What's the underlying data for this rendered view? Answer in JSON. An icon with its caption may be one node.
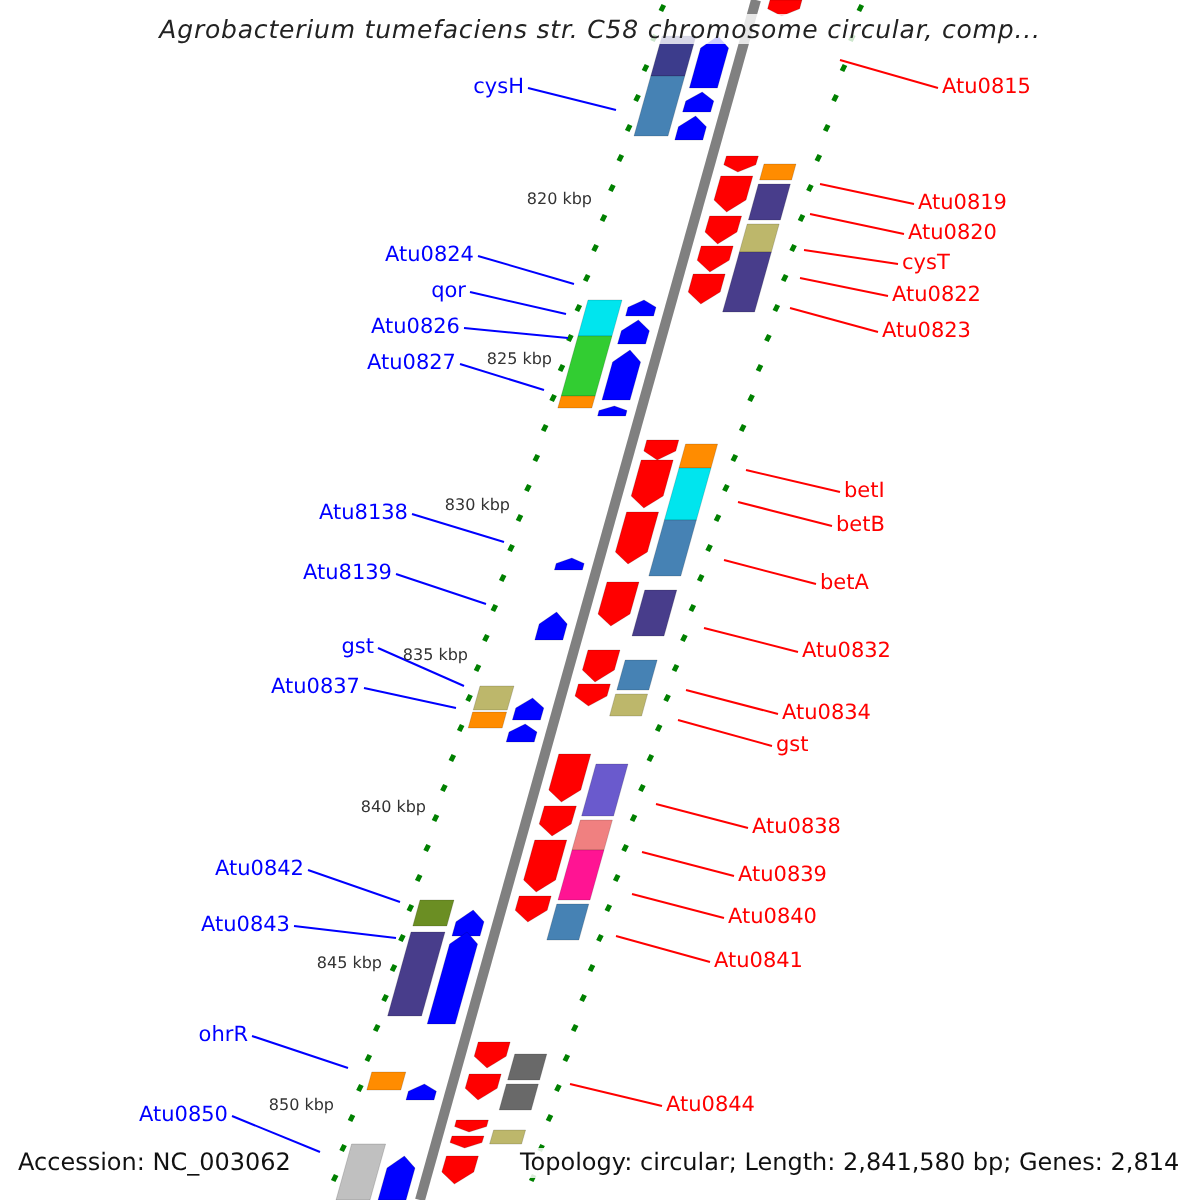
{
  "diagram": {
    "title": "Agrobacterium tumefaciens str. C58 chromosome circular, comp...",
    "nodes": [
      {
        "text": [
          "cysH"
        ]
      },
      {
        "text": [
          "Atu0824"
        ]
      },
      {
        "text": [
          "qor"
        ]
      },
      {
        "text": [
          "Atu0826"
        ]
      },
      {
        "text": [
          "Atu0827"
        ]
      },
      {
        "text": [
          "Atu8138"
        ]
      },
      {
        "text": [
          "Atu8139"
        ]
      },
      {
        "text": [
          "gst"
        ]
      },
      {
        "text": [
          "Atu0837"
        ]
      },
      {
        "text": [
          "Atu0842"
        ]
      },
      {
        "text": [
          "Atu0843"
        ]
      },
      {
        "text": [
          "ohrR"
        ]
      },
      {
        "text": [
          "Atu0850"
        ]
      },
      {
        "text": [
          "Atu0815"
        ]
      },
      {
        "text": [
          "Atu0819"
        ]
      },
      {
        "text": [
          "Atu0820"
        ]
      },
      {
        "text": [
          "cysT"
        ]
      },
      {
        "text": [
          "Atu0822"
        ]
      },
      {
        "text": [
          "Atu0823"
        ]
      },
      {
        "text": [
          "betI"
        ]
      },
      {
        "text": [
          "betB"
        ]
      },
      {
        "text": [
          "betA"
        ]
      },
      {
        "text": [
          "Atu0832"
        ]
      },
      {
        "text": [
          "Atu0834"
        ]
      },
      {
        "text": [
          "gst"
        ]
      },
      {
        "text": [
          "Atu0838"
        ]
      },
      {
        "text": [
          "Atu0839"
        ]
      },
      {
        "text": [
          "Atu0840"
        ]
      },
      {
        "text": [
          "Atu0841"
        ]
      },
      {
        "text": [
          "Atu0844"
        ]
      }
    ],
    "edges": [
      {
        "from": 0,
        "to": null,
        "arrow": "none",
        "color": "#0000ff"
      },
      {
        "from": 1,
        "to": null,
        "arrow": "none",
        "color": "#0000ff"
      },
      {
        "from": 2,
        "to": null,
        "arrow": "none",
        "color": "#0000ff"
      },
      {
        "from": 3,
        "to": null,
        "arrow": "none",
        "color": "#0000ff"
      },
      {
        "from": 4,
        "to": null,
        "arrow": "none",
        "color": "#0000ff"
      },
      {
        "from": 5,
        "to": null,
        "arrow": "none",
        "color": "#0000ff"
      },
      {
        "from": 6,
        "to": null,
        "arrow": "none",
        "color": "#0000ff"
      },
      {
        "from": 7,
        "to": null,
        "arrow": "none",
        "color": "#0000ff"
      },
      {
        "from": 8,
        "to": null,
        "arrow": "none",
        "color": "#0000ff"
      },
      {
        "from": 9,
        "to": null,
        "arrow": "none",
        "color": "#0000ff"
      },
      {
        "from": 10,
        "to": null,
        "arrow": "none",
        "color": "#0000ff"
      },
      {
        "from": 11,
        "to": null,
        "arrow": "none",
        "color": "#0000ff"
      },
      {
        "from": 12,
        "to": null,
        "arrow": "none",
        "color": "#0000ff"
      },
      {
        "from": 13,
        "to": null,
        "arrow": "none"
      },
      {
        "from": 14,
        "to": null,
        "arrow": "none"
      },
      {
        "from": 15,
        "to": null,
        "arrow": "none"
      },
      {
        "from": 16,
        "to": null,
        "arrow": "none"
      },
      {
        "from": 17,
        "to": null,
        "arrow": "none"
      },
      {
        "from": 18,
        "to": null,
        "arrow": "none"
      },
      {
        "from": 19,
        "to": null,
        "arrow": "none"
      },
      {
        "from": 20,
        "to": null,
        "arrow": "none"
      },
      {
        "from": 21,
        "to": null,
        "arrow": "none"
      },
      {
        "from": 22,
        "to": null,
        "arrow": "none"
      },
      {
        "from": 23,
        "to": null,
        "arrow": "none"
      },
      {
        "from": 24,
        "to": null,
        "arrow": "none"
      },
      {
        "from": 25,
        "to": null,
        "arrow": "none"
      },
      {
        "from": 26,
        "to": null,
        "arrow": "none"
      },
      {
        "from": 27,
        "to": null,
        "arrow": "none"
      },
      {
        "from": 28,
        "to": null,
        "arrow": "none"
      },
      {
        "from": 29,
        "to": null,
        "arrow": "none"
      }
    ],
    "labels": [
      "820 kbp",
      "825 kbp",
      "830 kbp",
      "835 kbp",
      "840 kbp",
      "845 kbp",
      "850 kbp",
      "Accession: NC_003062",
      "Topology: circular; Length: 2,841,580 bp; Genes: 2,814"
    ]
  }
}
